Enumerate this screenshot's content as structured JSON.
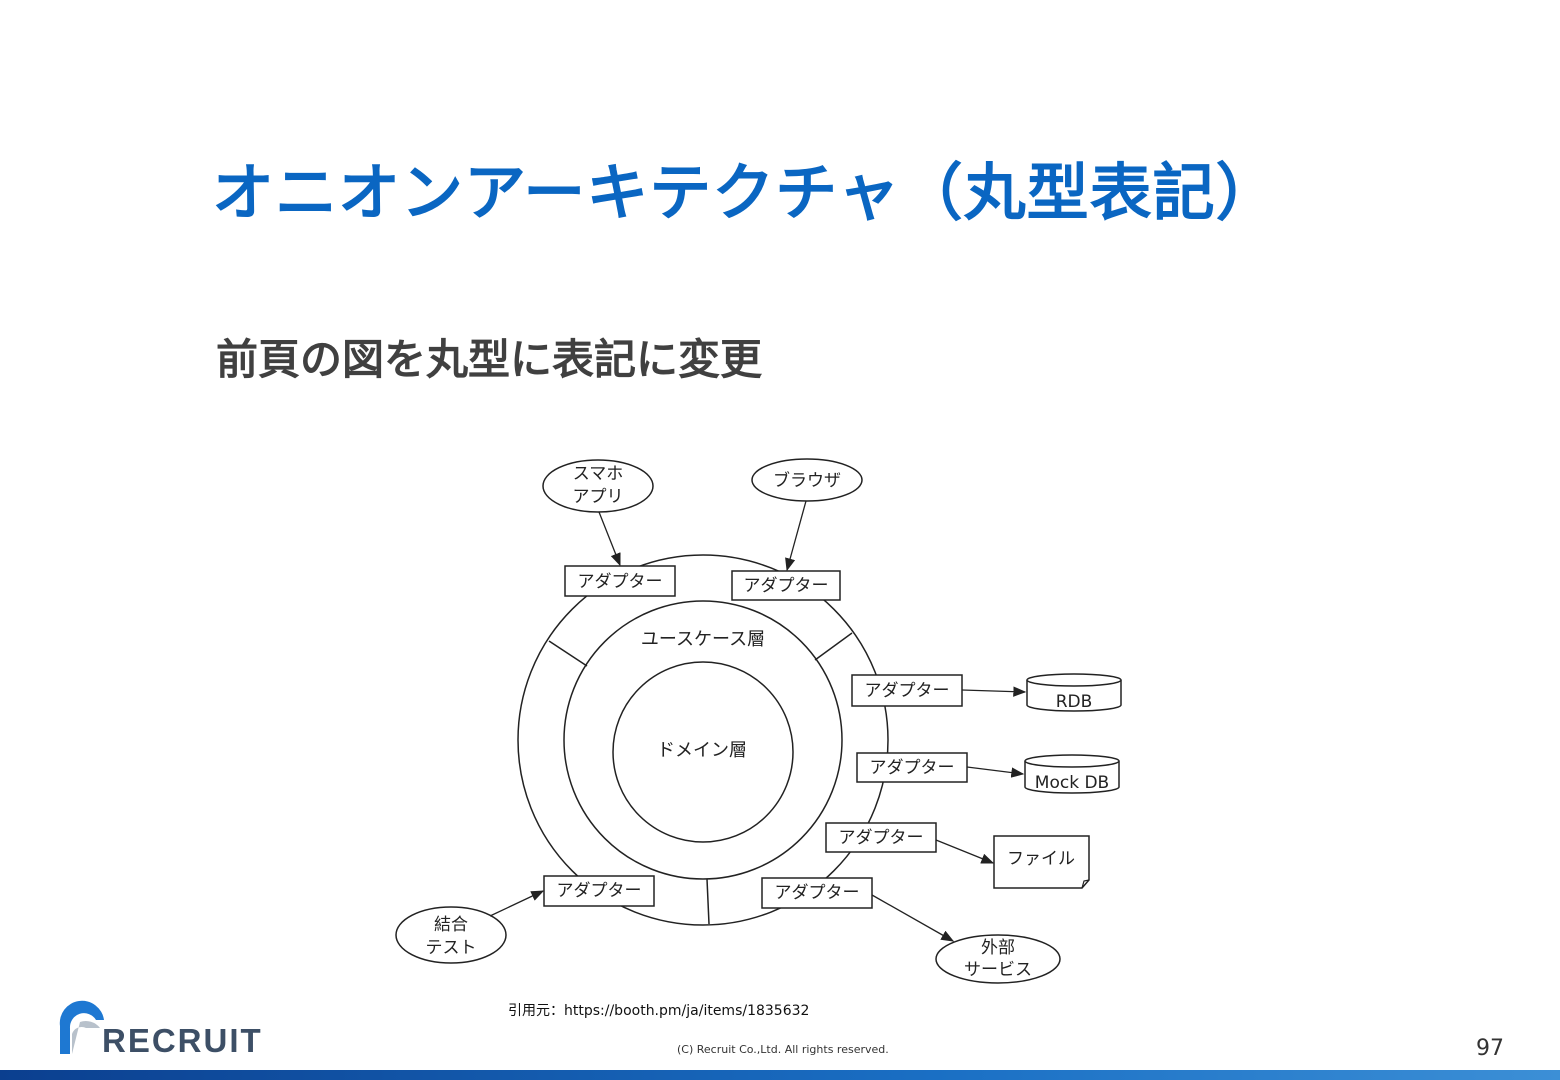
{
  "slide": {
    "title": "オニオンアーキテクチャ（丸型表記）",
    "subtitle": "前頁の図を丸型に表記に変更",
    "citation": "引用元：https://booth.pm/ja/items/1835632",
    "copyright": "(C) Recruit Co.,Ltd. All rights reserved.",
    "page_number": "97",
    "logo_text": "RECRUIT"
  },
  "diagram": {
    "inner_layer": "ドメイン層",
    "middle_layer": "ユースケース層",
    "adapter": "アダプター",
    "clients": {
      "smartphone": [
        "スマホ",
        "アプリ"
      ],
      "browser": "ブラウザ",
      "integration_test": [
        "結合",
        "テスト"
      ]
    },
    "resources": {
      "rdb": "RDB",
      "mock_db": "Mock DB",
      "file": "ファイル",
      "external_service": [
        "外部",
        "サービス"
      ]
    }
  },
  "colors": {
    "title": "#0a66c2",
    "subtitle": "#404040",
    "bottom_bar": "#1a6fc4"
  }
}
